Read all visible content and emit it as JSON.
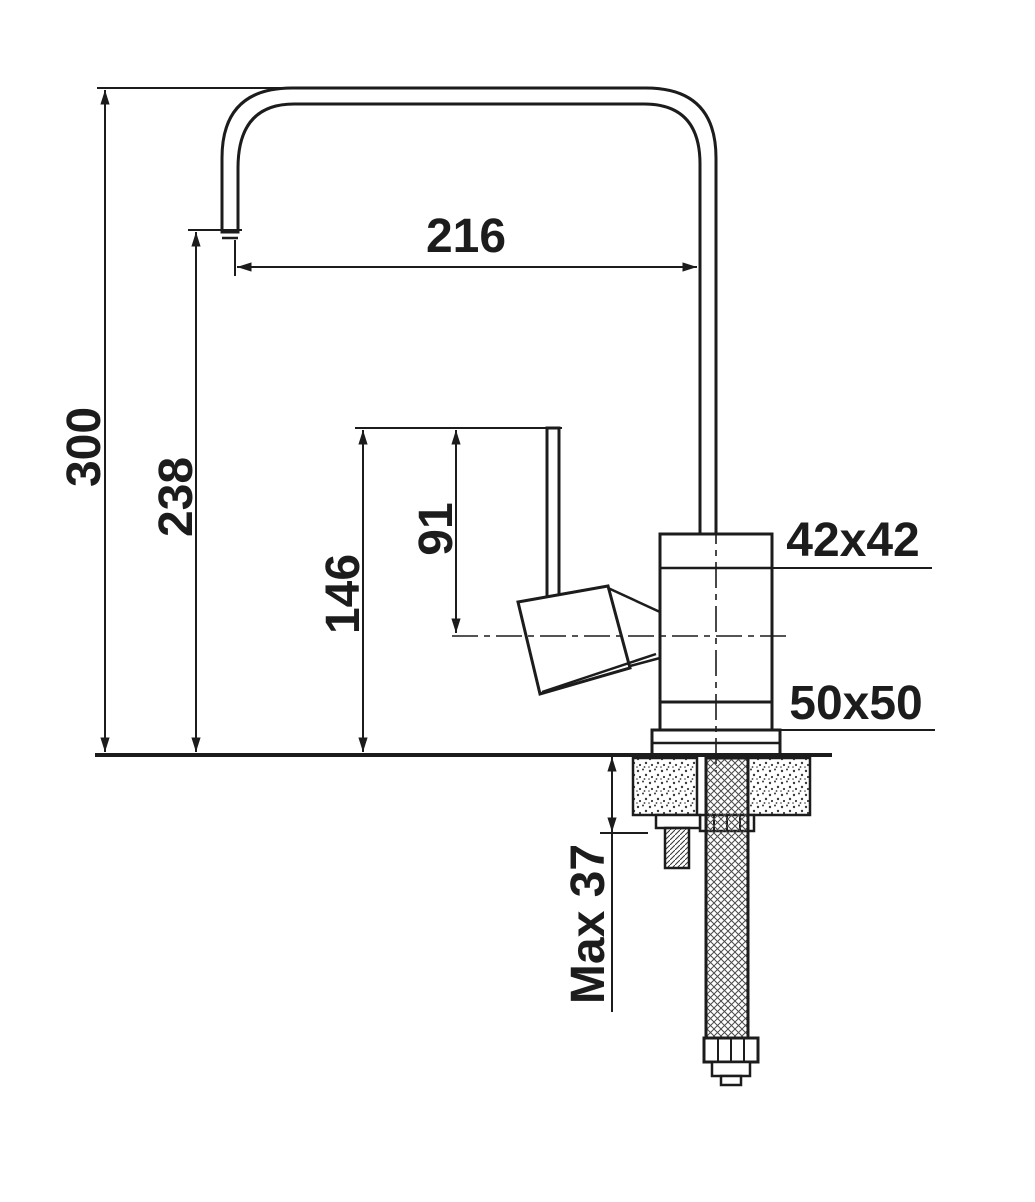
{
  "drawing": {
    "subject": "Kitchen faucet installation dimension drawing",
    "line_color": "#1c1c1c",
    "background": "#ffffff",
    "dimensions": {
      "total_height": "300",
      "spout_height": "238",
      "spout_reach": "216",
      "handle_height": "146",
      "lever_length": "91",
      "body_cross_section": "42x42",
      "base_cross_section": "50x50",
      "max_mounting_thickness": "Max 37"
    }
  }
}
